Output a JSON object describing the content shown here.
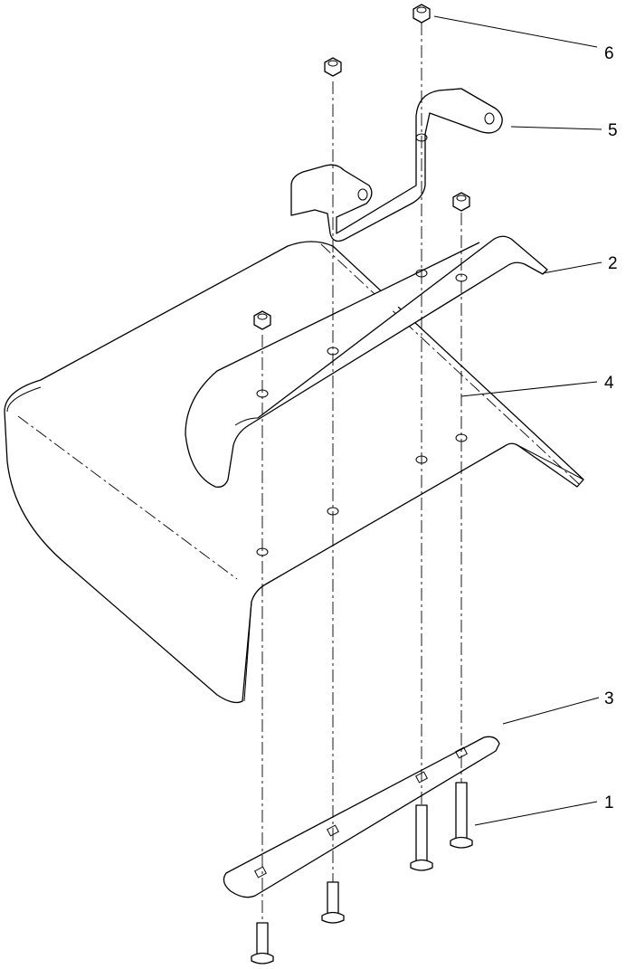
{
  "callouts": [
    {
      "id": "6",
      "label": "6"
    },
    {
      "id": "5",
      "label": "5"
    },
    {
      "id": "2",
      "label": "2"
    },
    {
      "id": "4",
      "label": "4"
    },
    {
      "id": "3",
      "label": "3"
    },
    {
      "id": "1",
      "label": "1"
    }
  ]
}
